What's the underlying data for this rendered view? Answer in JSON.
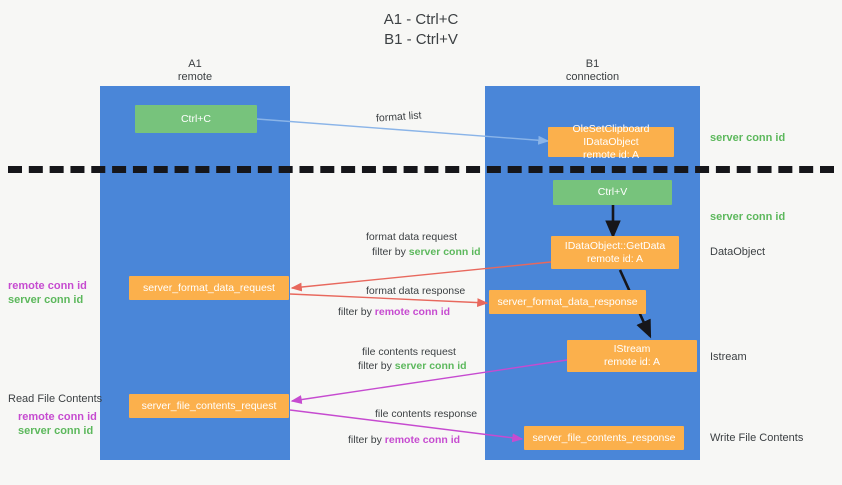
{
  "title": "A1 - Ctrl+C\nB1 - Ctrl+V",
  "lanes": [
    {
      "name": "a1",
      "label": "A1\nremote"
    },
    {
      "name": "b1",
      "label": "B1\nconnection"
    }
  ],
  "colors": {
    "lane": "#4a86d8",
    "green_box": "#77c37c",
    "orange_box": "#fbb04c",
    "server_conn_id": "#5cb85c",
    "remote_conn_id": "#c64bd0",
    "arrow_blue": "#8ab4e8",
    "arrow_red": "#e8685d",
    "arrow_magenta": "#c64bd0",
    "arrow_black": "#16161a",
    "background": "#f7f7f5"
  },
  "boxes": {
    "ctrl_c": "Ctrl+C",
    "ole_set_clipboard": "OleSetClipboard IDataObject\nremote id: A",
    "ctrl_v": "Ctrl+V",
    "get_data": "IDataObject::GetData\nremote id: A",
    "server_format_data_request": "server_format_data_request",
    "server_format_data_response": "server_format_data_response",
    "istream": "IStream\nremote id: A",
    "server_file_contents_request": "server_file_contents_request",
    "server_file_contents_response": "server_file_contents_response"
  },
  "side_labels": {
    "server_conn_id_top": "server conn id",
    "server_conn_id_mid": "server conn id",
    "data_object": "DataObject",
    "istream": "Istream",
    "write_file_contents": "Write File Contents",
    "read_file_contents": "Read File Contents"
  },
  "conn_stacks": {
    "format": {
      "remote": "remote conn id",
      "server": "server conn id"
    },
    "file": {
      "remote": "remote conn id",
      "server": "server conn id"
    }
  },
  "annotations": {
    "format_list": "format list",
    "format_data_request": "format data request",
    "format_data_request_filter_prefix": "filter by ",
    "format_data_request_filter_value": "server conn id",
    "format_data_response": "format data response",
    "format_data_response_filter_prefix": "filter by ",
    "format_data_response_filter_value": "remote conn id",
    "file_contents_request": "file contents request",
    "file_contents_request_filter_prefix": "filter by ",
    "file_contents_request_filter_value": "server conn id",
    "file_contents_response": "file contents response",
    "file_contents_response_filter_prefix": "filter by ",
    "file_contents_response_filter_value": "remote conn id"
  }
}
